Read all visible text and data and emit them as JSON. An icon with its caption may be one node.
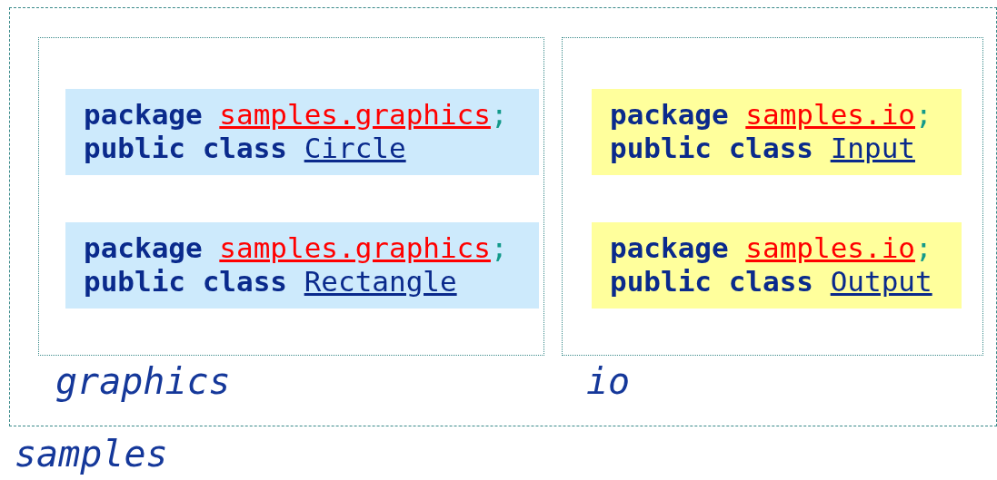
{
  "diagram": {
    "nodes": [
      {
        "text": [
          "samples"
        ]
      },
      {
        "text": [
          "graphics"
        ],
        "in": 0
      },
      {
        "text": [
          "package samples.graphics;",
          "public class Circle"
        ],
        "in": 1
      },
      {
        "text": [
          "package samples.graphics;",
          "public class Rectangle"
        ],
        "in": 1
      },
      {
        "text": [
          "io"
        ],
        "in": 0
      },
      {
        "text": [
          "package samples.io;",
          "public class Input"
        ],
        "in": 4
      },
      {
        "text": [
          "package samples.io;",
          "public class Output"
        ],
        "in": 4
      }
    ]
  }
}
